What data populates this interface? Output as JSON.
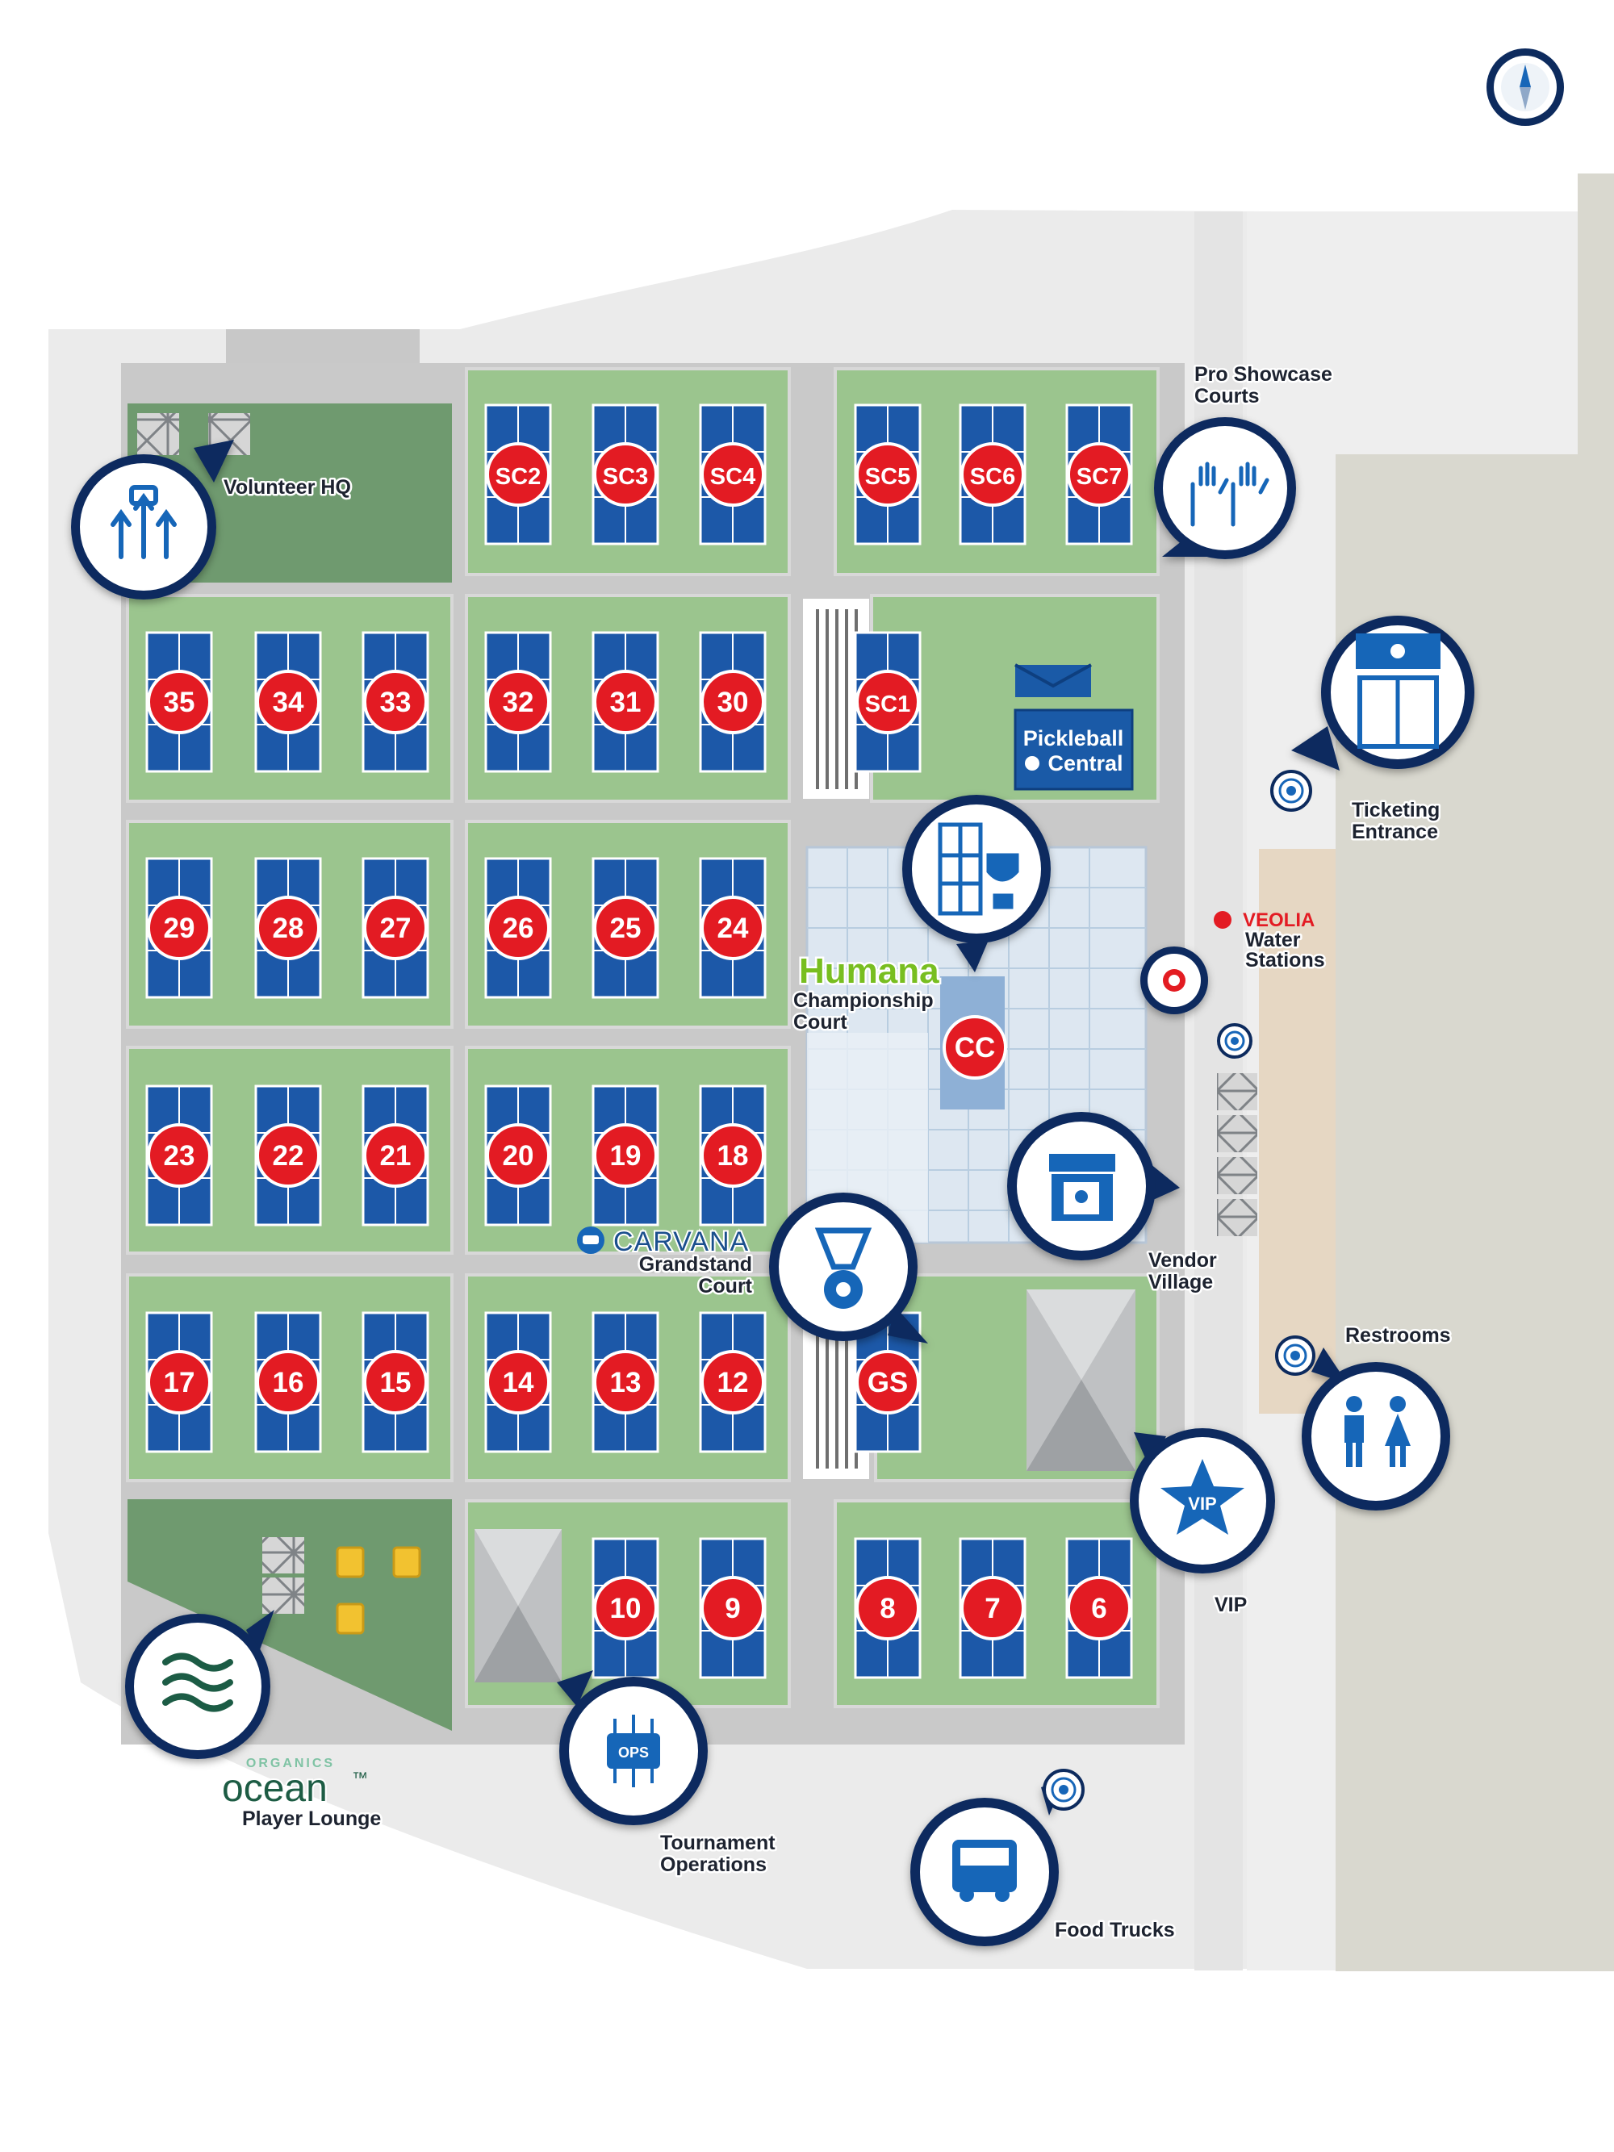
{
  "map": {
    "compass_icon": "compass-icon",
    "colors": {
      "court_blue": "#1c58a8",
      "court_number_red": "#e31b23",
      "grass_green": "#9bc58e",
      "dark_green": "#6f9a6f",
      "walkway_gray": "#cfcfcf",
      "venue_beige": "#d9d8cf",
      "icon_border_navy": "#0d2b5e",
      "icon_blue": "#1766b8",
      "humana_green": "#78be20",
      "veolia_red": "#e31b23"
    },
    "courts": [
      "SC2",
      "SC3",
      "SC4",
      "SC5",
      "SC6",
      "SC7",
      "35",
      "34",
      "33",
      "32",
      "31",
      "30",
      "SC1",
      "29",
      "28",
      "27",
      "26",
      "25",
      "24",
      "CC",
      "23",
      "22",
      "21",
      "20",
      "19",
      "18",
      "17",
      "16",
      "15",
      "14",
      "13",
      "12",
      "GS",
      "10",
      "9",
      "8",
      "7",
      "6"
    ],
    "labels": {
      "volunteer_hq": "Volunteer HQ",
      "pro_showcase_1": "Pro Showcase",
      "pro_showcase_2": "Courts",
      "ticketing_1": "Ticketing",
      "ticketing_2": "Entrance",
      "veolia_brand": "VEOLIA",
      "water_1": "Water",
      "water_2": "Stations",
      "humana_brand": "Humana",
      "championship_1": "Championship",
      "championship_2": "Court",
      "carvana_brand": "CARVANA",
      "grandstand_1": "Grandstand",
      "grandstand_2": "Court",
      "vendor_1": "Vendor",
      "vendor_2": "Village",
      "restrooms": "Restrooms",
      "vip_badge": "VIP",
      "vip": "VIP",
      "ocean_organics": "ORGANICS",
      "ocean_brand": "ocean",
      "ocean_tm": "™",
      "player_lounge": "Player Lounge",
      "ops_badge": "OPS",
      "tournament_1": "Tournament",
      "tournament_2": "Operations",
      "food_trucks": "Food Trucks",
      "pickleball_central_1": "Pickleball",
      "pickleball_central_2": "Central"
    },
    "icons": {
      "volunteer": "raised-fists-icon",
      "pro_showcase": "raised-hands-icon",
      "ticketing": "ticket-doors-icon",
      "championship": "court-trophy-icon",
      "water": "water-drop-icon",
      "vendor": "vendor-stall-icon",
      "grandstand": "medal-icon",
      "vip": "vip-star-icon",
      "restrooms": "restroom-icon",
      "lounge": "ocean-waves-icon",
      "operations": "ops-chip-icon",
      "food_trucks": "food-truck-icon",
      "location_pin": "location-pin-icon",
      "carvana": "car-icon"
    }
  }
}
